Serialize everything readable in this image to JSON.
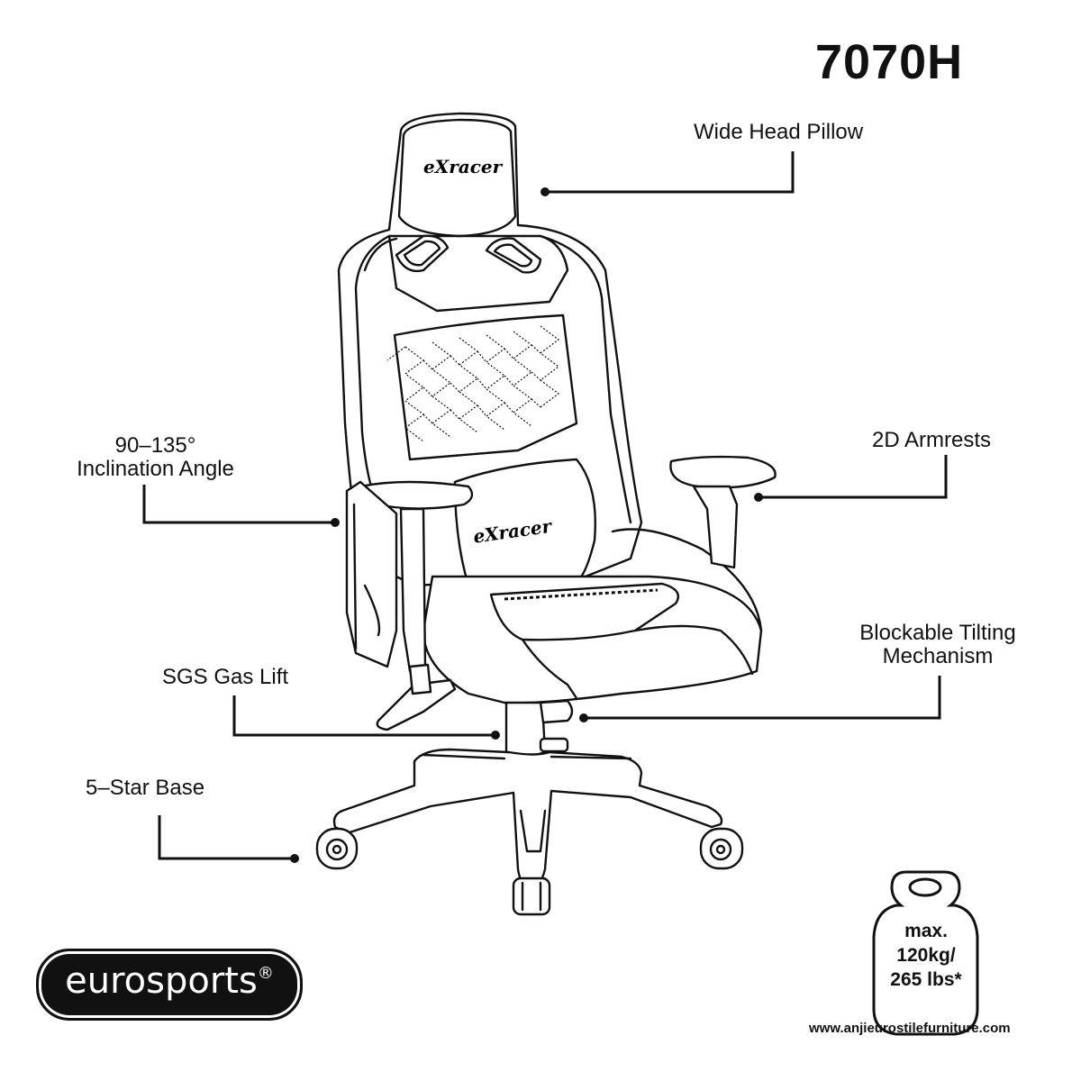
{
  "model": "7070H",
  "features": {
    "head_pillow": "Wide Head Pillow",
    "inclination_line1": "90–135°",
    "inclination_line2": "Inclination Angle",
    "armrests": "2D Armrests",
    "tilting_line1": "Blockable Tilting",
    "tilting_line2": "Mechanism",
    "gas_lift": "SGS Gas Lift",
    "base": "5–Star Base"
  },
  "chair_brand": "eXracer",
  "weight_badge": {
    "line1": "max.",
    "line2": "120kg/",
    "line3": "265 lbs*"
  },
  "logo": {
    "text": "eurosports",
    "mark": "®"
  },
  "website": "www.anjieurostilefurniture.com"
}
